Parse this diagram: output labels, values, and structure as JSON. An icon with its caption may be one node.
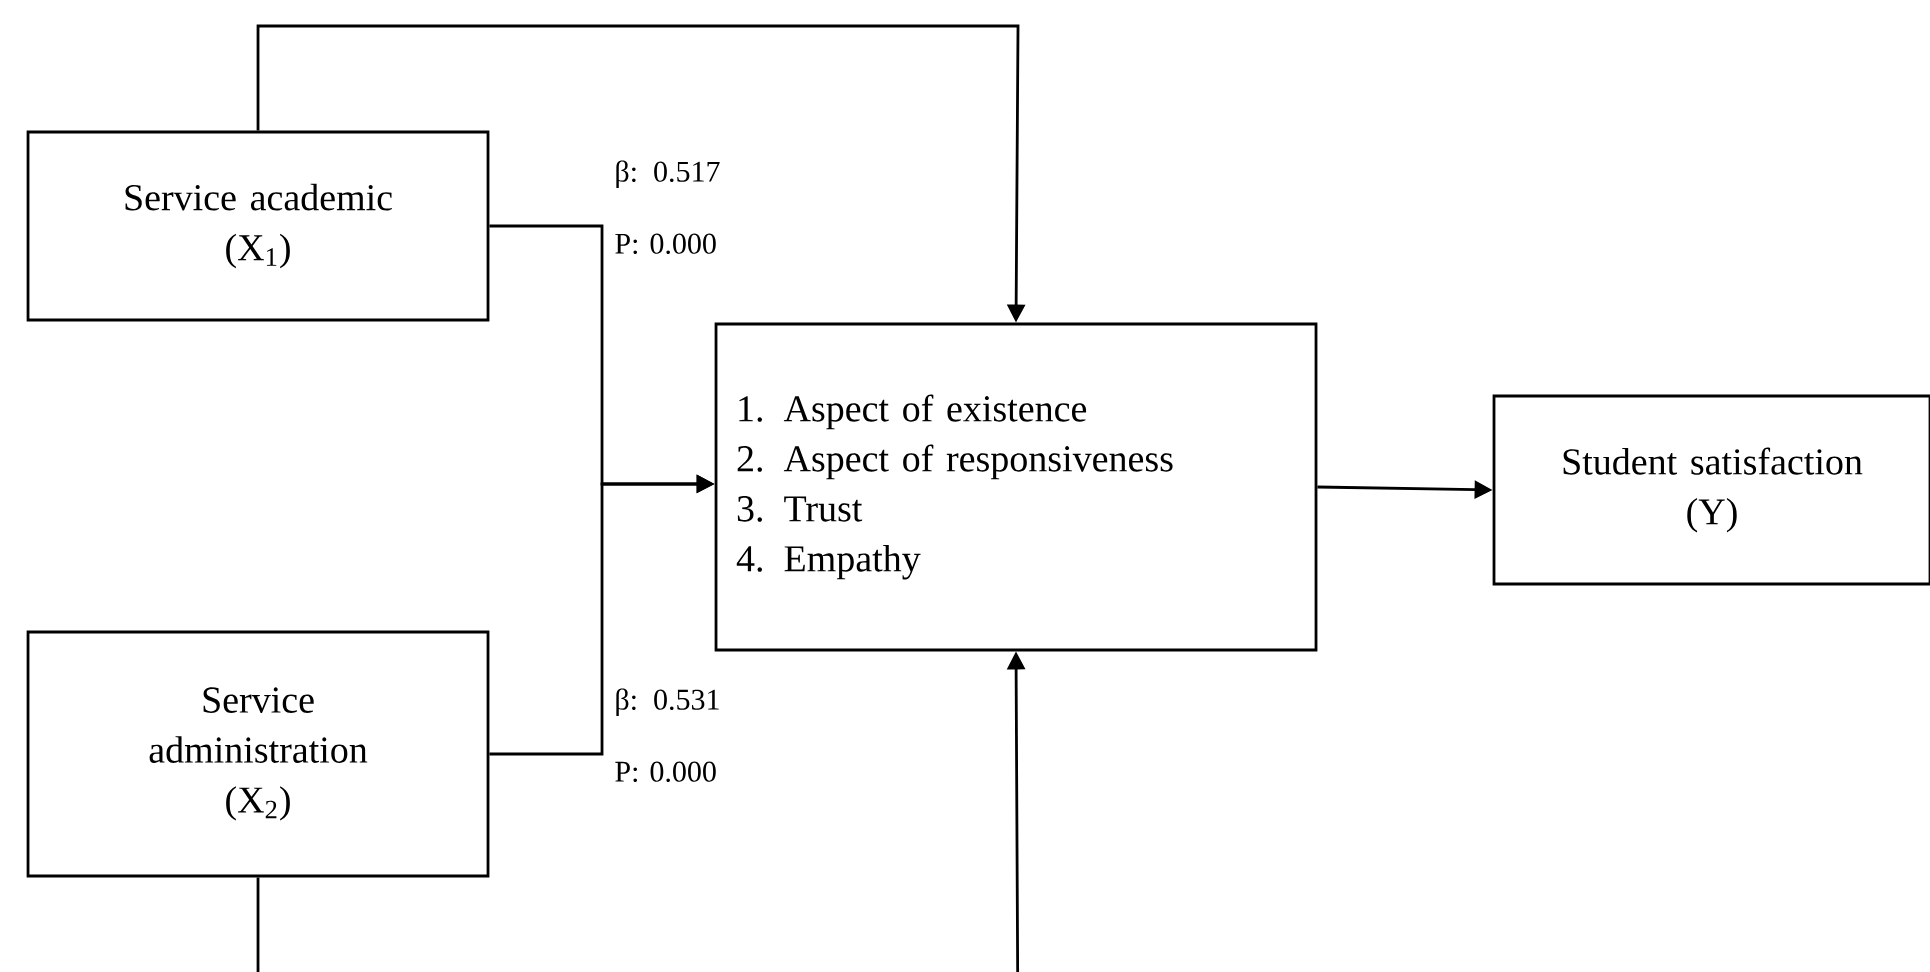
{
  "diagram": {
    "nodes": [
      {
        "text": [
          "Service academic",
          "(X$_{1}$)"
        ]
      },
      {
        "text": [
          "Service administration",
          "(X$_{2}$)"
        ]
      },
      {
        "text": [
          "1. Aspect of existence",
          "2. Aspect of responsiveness",
          "3. Trust",
          "4. Empathy"
        ]
      },
      {
        "text": [
          "Student satisfaction",
          "(Y)"
        ]
      }
    ],
    "edges": [
      {
        "from": 0,
        "to": 2,
        "arrow": "to"
      },
      {
        "from": 0,
        "to": 2,
        "arrow": "to",
        "label": "β: 0.517 P: 0.000"
      },
      {
        "from": 1,
        "to": 2,
        "arrow": "to",
        "label": "β: 0.531 P: 0.000"
      },
      {
        "from": 1,
        "to": 2,
        "arrow": "to"
      },
      {
        "from": 2,
        "to": 3,
        "arrow": "to"
      }
    ]
  }
}
